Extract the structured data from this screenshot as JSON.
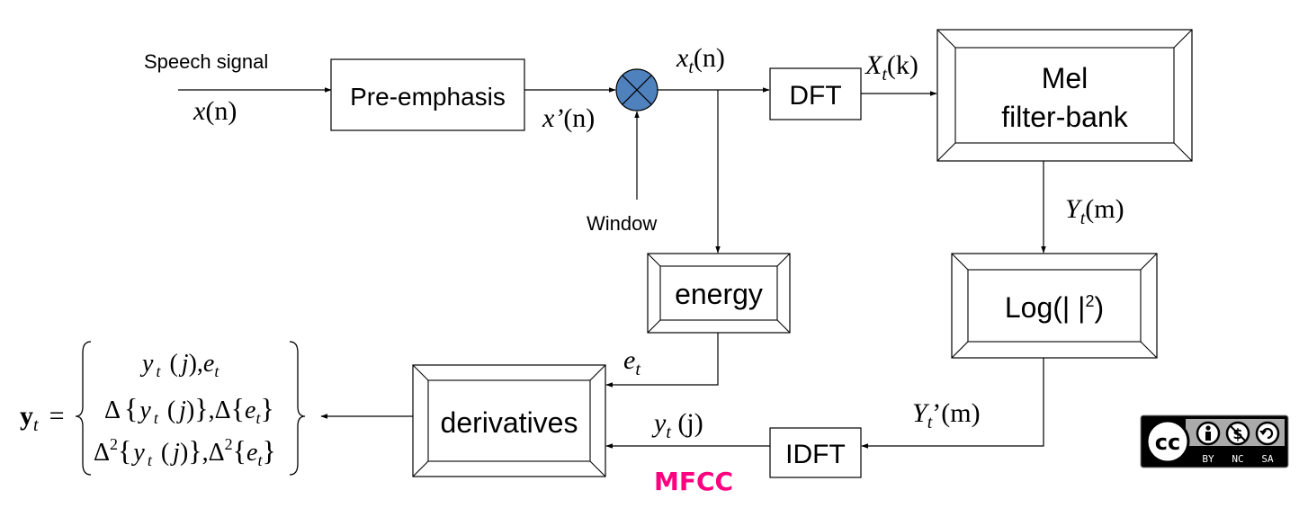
{
  "colors": {
    "mixer_fill": "#4f81bd",
    "mfcc": "#ff007f",
    "badge_bg": "#000000"
  },
  "input": {
    "caption": "Speech signal",
    "symbol": "x(n)",
    "sym": "x",
    "arg": "(n)"
  },
  "blocks": {
    "preemphasis": "Pre-emphasis",
    "dft": "DFT",
    "mel_line1": "Mel",
    "mel_line2": "filter-bank",
    "log_main": "Log(| |",
    "log_sup": "2",
    "log_close": ")",
    "energy": "energy",
    "derivatives": "derivatives",
    "idft": "IDFT"
  },
  "signals": {
    "x_prime": {
      "sym": "x’",
      "arg": "(n)"
    },
    "x_t": {
      "sym": "x",
      "sub": "t",
      "arg": "(n)"
    },
    "X_t": {
      "sym": "X",
      "sub": "t",
      "arg": "(k)"
    },
    "Y_t": {
      "sym": "Y",
      "sub": "t",
      "arg": "(m)"
    },
    "Y_t_prime": {
      "sym": "Y",
      "sub": "t",
      "prime": "’",
      "arg": "(m)"
    },
    "e_t": {
      "sym": "e",
      "sub": "t"
    },
    "y_t_j": {
      "sym": "y",
      "sub": "t",
      "arg": " (j)"
    }
  },
  "window_label": "Window",
  "mfcc_label": "MFCC",
  "equation": {
    "lhs_sym": "y",
    "lhs_sub": "t",
    "equals": "=",
    "row1": {
      "y": "y",
      "t": "t",
      "open": "(",
      "j": "j",
      "close": "),",
      "e": "e",
      "et": "t"
    },
    "row2": {
      "delta": "Δ",
      "y": "y",
      "t": "t",
      "open": "(",
      "j": "j",
      "close": ")",
      "comma": ",",
      "delta2": "Δ",
      "e": "e",
      "et": "t"
    },
    "row3": {
      "delta": "Δ",
      "sq": "2",
      "y": "y",
      "t": "t",
      "open": "(",
      "j": "j",
      "close": ")",
      "comma": ",",
      "delta2": "Δ",
      "sq2": "2",
      "e": "e",
      "et": "t"
    }
  },
  "license": {
    "cc": "cc",
    "by": "BY",
    "nc": "NC",
    "sa": "SA"
  }
}
